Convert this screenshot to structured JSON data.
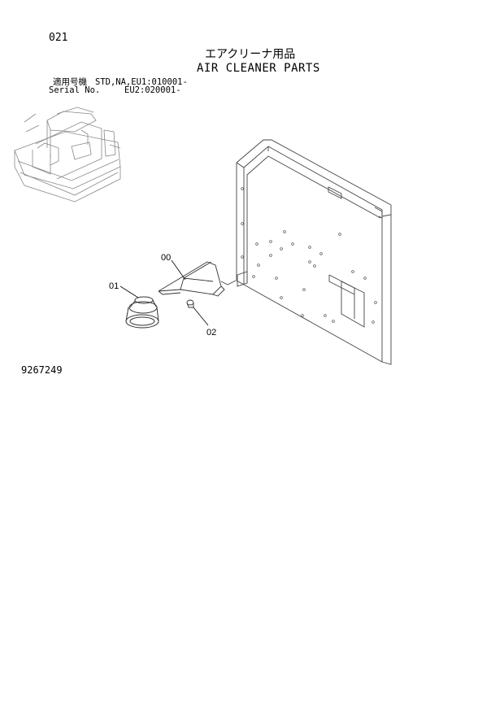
{
  "page": {
    "code": "021",
    "title_jp": "エアクリーナ用品",
    "title_en": "AIR CLEANER PARTS",
    "figure_number": "9267249"
  },
  "serial": {
    "label_jp": "適用号機",
    "label_en": "Serial No.",
    "value_1": "STD,NA,EU1:010001-",
    "value_2": "EU2:020001-"
  },
  "callouts": [
    {
      "label": "00",
      "part": "bracket"
    },
    {
      "label": "01",
      "part": "air-cleaner"
    },
    {
      "label": "02",
      "part": "bolt"
    }
  ]
}
